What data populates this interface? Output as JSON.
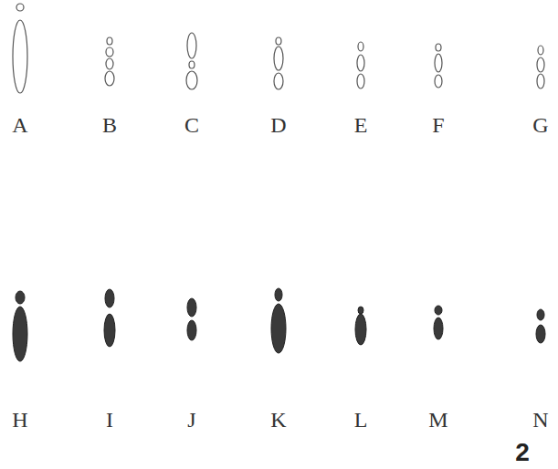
{
  "diagram": {
    "labels": [
      "A",
      "B",
      "C",
      "D",
      "E",
      "F",
      "G",
      "H",
      "I",
      "J",
      "K",
      "L",
      "M",
      "N",
      "2"
    ]
  }
}
